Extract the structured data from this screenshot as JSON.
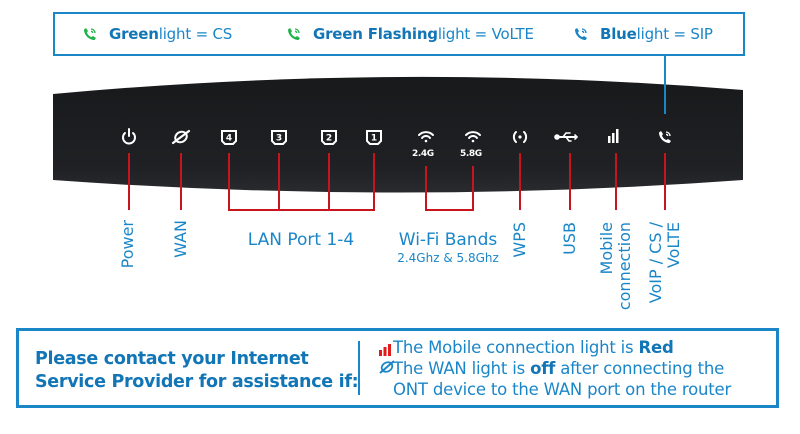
{
  "legend": {
    "items": [
      {
        "icon": "phone-signal-icon",
        "icon_color": "#22b24c",
        "bold": "Green",
        "text": " light = CS"
      },
      {
        "icon": "phone-signal-icon",
        "icon_color": "#22b24c",
        "bold": "Green Flashing",
        "text": " light = VoLTE"
      },
      {
        "icon": "phone-signal-icon",
        "icon_color": "#1a86c8",
        "bold": "Blue",
        "text": " light = SIP"
      }
    ]
  },
  "router": {
    "leds": [
      {
        "id": "power",
        "icon": "power-icon"
      },
      {
        "id": "wan",
        "icon": "wan-globe-icon"
      },
      {
        "id": "lan4",
        "icon": "lan-port-icon",
        "number": "4"
      },
      {
        "id": "lan3",
        "icon": "lan-port-icon",
        "number": "3"
      },
      {
        "id": "lan2",
        "icon": "lan-port-icon",
        "number": "2"
      },
      {
        "id": "lan1",
        "icon": "lan-port-icon",
        "number": "1"
      },
      {
        "id": "wifi24",
        "icon": "wifi-icon",
        "sub": "2.4G"
      },
      {
        "id": "wifi58",
        "icon": "wifi-icon",
        "sub": "5.8G"
      },
      {
        "id": "wps",
        "icon": "wps-icon"
      },
      {
        "id": "usb",
        "icon": "usb-icon"
      },
      {
        "id": "mobile",
        "icon": "signal-bars-icon"
      },
      {
        "id": "voip",
        "icon": "phone-signal-icon"
      }
    ]
  },
  "labels": {
    "power": "Power",
    "wan": "WAN",
    "lan": "LAN Port 1-4",
    "wifi": "Wi-Fi Bands",
    "wifi_sub": "2.4Ghz & 5.8Ghz",
    "wps": "WPS",
    "usb": "USB",
    "mobile_line1": "Mobile",
    "mobile_line2": "connection",
    "voip_line1": "VoIP / CS /",
    "voip_line2": "VoLTE"
  },
  "help": {
    "title_line1": "Please contact your Internet",
    "title_line2": "Service Provider for assistance if:",
    "conditions": [
      {
        "icon": "signal-bars-icon",
        "icon_color": "#e31b1b",
        "parts": [
          {
            "t": "The Mobile connection light is "
          },
          {
            "b": "Red"
          }
        ]
      },
      {
        "icon": "wan-globe-icon",
        "icon_color": "#1a86c8",
        "parts": [
          {
            "t": "The WAN light is "
          },
          {
            "b": "off"
          },
          {
            "t": " after connecting the"
          }
        ],
        "line2": "ONT device to the WAN port on the router"
      }
    ]
  },
  "colors": {
    "accent_blue": "#1a86c8",
    "callout_red": "#c8141c",
    "router_body": "#1c1d1f",
    "green": "#22b24c"
  }
}
